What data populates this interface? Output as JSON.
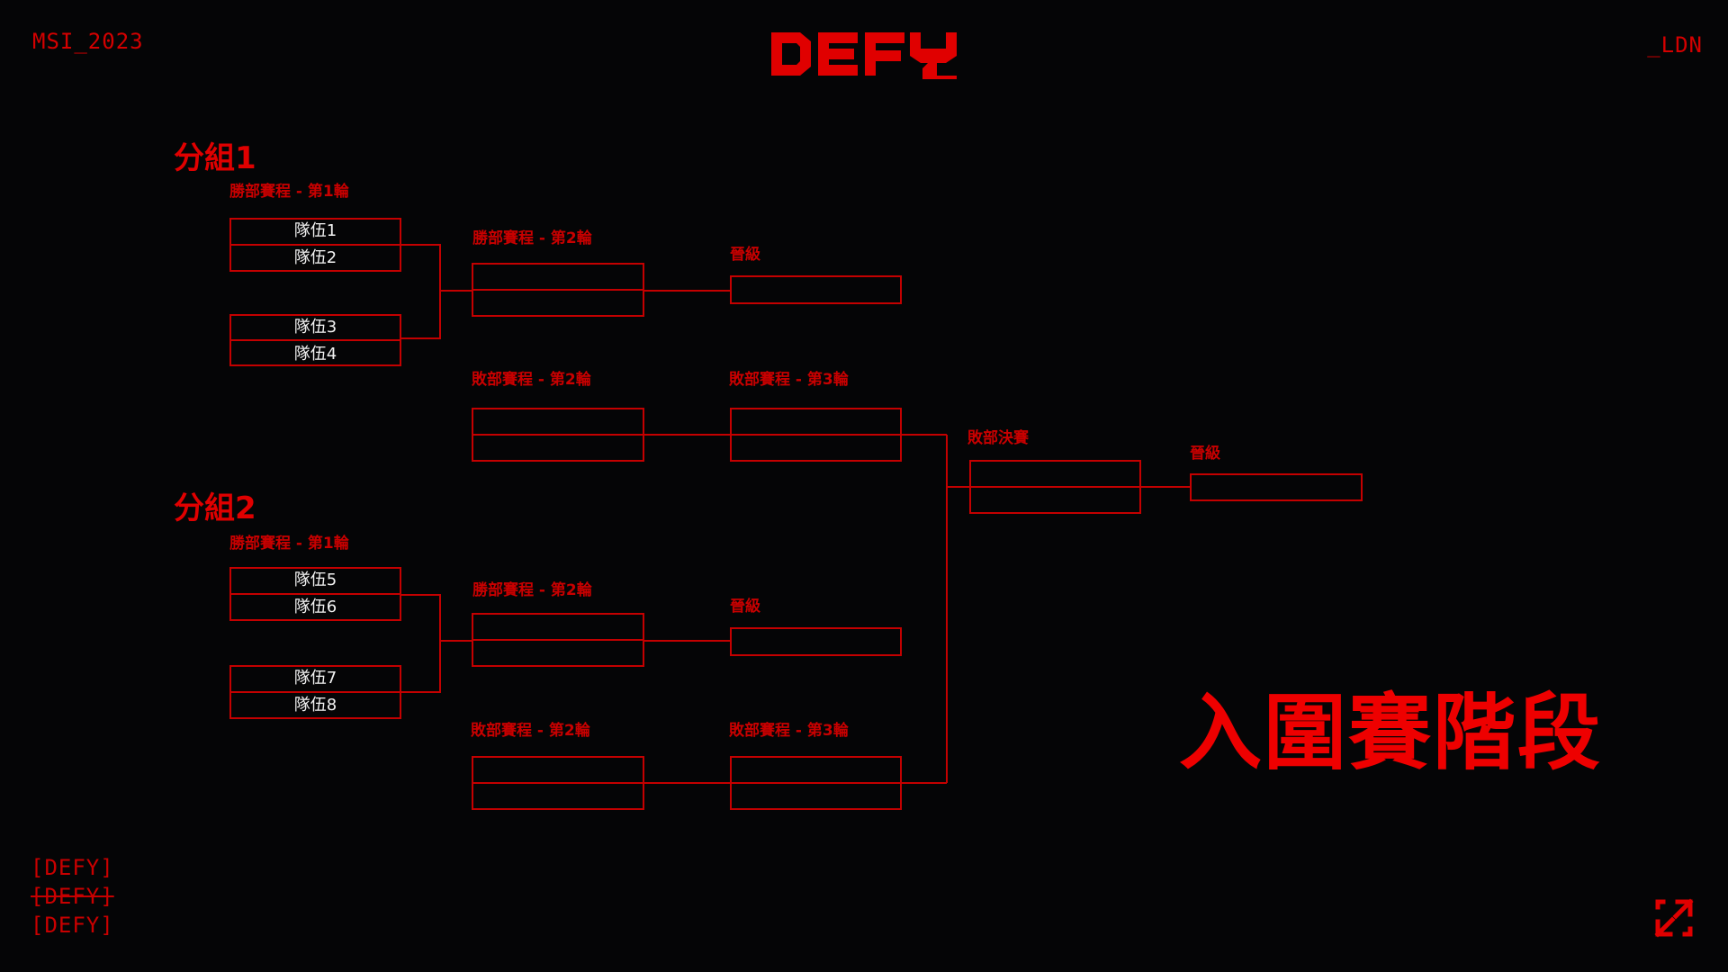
{
  "header": {
    "event_code": "MSI_2023",
    "location_code": "_LDN",
    "logo_text": "DEFY"
  },
  "groups": [
    {
      "title": "分組1",
      "winners_r1_label": "勝部賽程 - 第1輪",
      "matches_r1": [
        {
          "team_a": "隊伍1",
          "team_b": "隊伍2"
        },
        {
          "team_a": "隊伍3",
          "team_b": "隊伍4"
        }
      ],
      "winners_r2_label": "勝部賽程 - 第2輪",
      "advance_label": "晉級",
      "losers_r2_label": "敗部賽程 - 第2輪",
      "losers_r3_label": "敗部賽程 - 第3輪"
    },
    {
      "title": "分組2",
      "winners_r1_label": "勝部賽程 - 第1輪",
      "matches_r1": [
        {
          "team_a": "隊伍5",
          "team_b": "隊伍6"
        },
        {
          "team_a": "隊伍7",
          "team_b": "隊伍8"
        }
      ],
      "winners_r2_label": "勝部賽程 - 第2輪",
      "advance_label": "晉級",
      "losers_r2_label": "敗部賽程 - 第2輪",
      "losers_r3_label": "敗部賽程 - 第3輪"
    }
  ],
  "losers_final": {
    "label": "敗部決賽",
    "advance_label": "晉級"
  },
  "stage_title": "入圍賽階段",
  "taglines": [
    "[DEFY]",
    "[DEFY]",
    "[DEFY]"
  ],
  "icons": {
    "expand": "expand-arrows-icon",
    "logo": "defy-logo"
  },
  "colors": {
    "accent": "#e00000",
    "line": "#c40000",
    "background": "#050506",
    "team_text": "#f2f2f2"
  }
}
